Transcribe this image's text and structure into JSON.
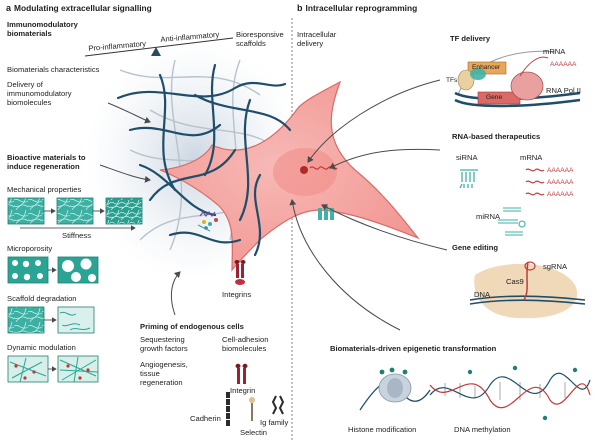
{
  "panel_a": {
    "letter": "a",
    "title": "Modulating extracellular signalling",
    "immuno_title": "Immunomodulatory biomaterials",
    "pro": "Pro-inflammatory",
    "anti": "Anti-inflammatory",
    "bioresponsive": "Bioresponsive scaffolds",
    "characteristics": "Biomaterials characteristics",
    "delivery": "Delivery of immunomodulatory biomolecules",
    "bioactive_title": "Bioactive materials to induce regeneration",
    "mechanical": "Mechanical properties",
    "stiffness": "Stiffness",
    "microporosity": "Microporosity",
    "degradation": "Scaffold degradation",
    "dynamic": "Dynamic modulation",
    "integrins": "Integrins",
    "priming_title": "Priming of endogenous cells",
    "sequestering": "Sequestering growth factors",
    "angiogenesis": "Angiogenesis, tissue regeneration",
    "cell_adhesion": "Cell-adhesion biomolecules",
    "integrin": "Integrin",
    "cadherin": "Cadherin",
    "selectin": "Selectin",
    "ig_family": "Ig family"
  },
  "panel_b": {
    "letter": "b",
    "title": "Intracellular reprogramming",
    "intracellular_delivery": "Intracellular delivery",
    "tf_title": "TF delivery",
    "enhancer": "Enhancer",
    "tfs": "TFs",
    "gene": "Gene",
    "mrna": "mRNA",
    "polyA": "AAAAAA",
    "rna_pol": "RNA Pol II",
    "rna_title": "RNA-based therapeutics",
    "sirna": "siRNA",
    "mrna2": "mRNA",
    "mirna": "miRNA",
    "gene_edit_title": "Gene editing",
    "sgrna": "sgRNA",
    "cas9": "Cas9",
    "dna": "DNA",
    "epi_title": "Biomaterials-driven epigenetic transformation",
    "histone": "Histone modification",
    "methylation": "DNA methylation"
  },
  "colors": {
    "cell_fill": "#f4a6a3",
    "cell_stroke": "#d45c58",
    "fiber_dark": "#1f4e6a",
    "fiber_light": "#b9c3cf",
    "teal": "#3fb2a6",
    "tile": "#2fa99a",
    "arrow": "#555555"
  }
}
